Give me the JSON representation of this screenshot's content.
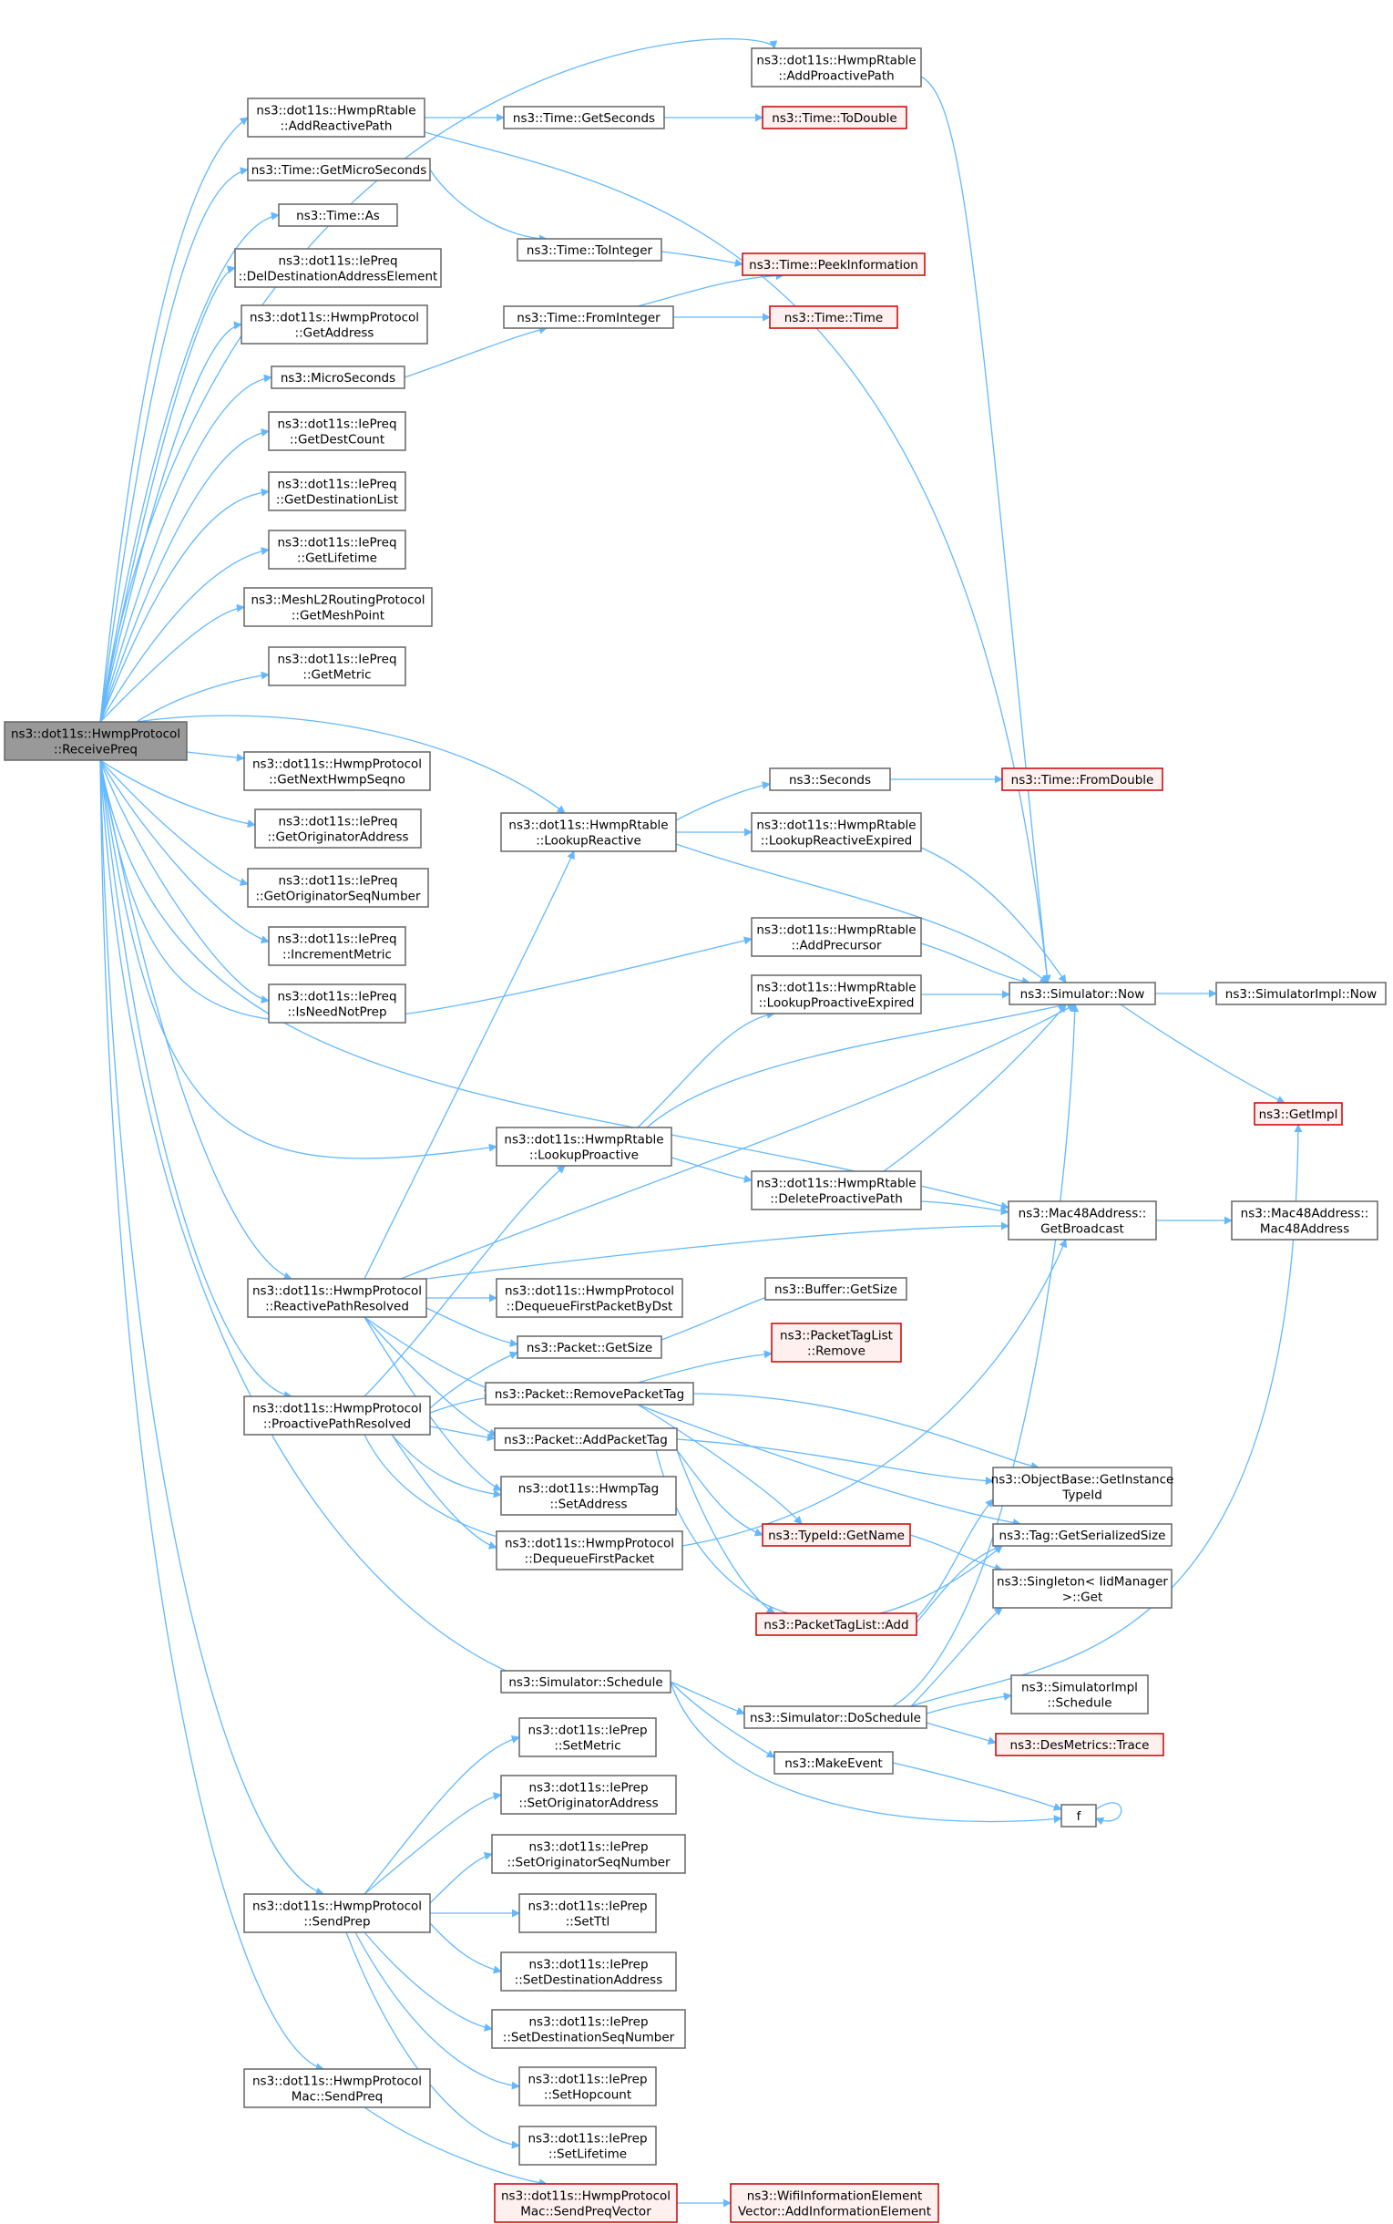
{
  "diagram": {
    "type": "call-graph",
    "colors": {
      "edge": "#63b8ff",
      "node_border": "#666666",
      "node_fill": "#ffffff",
      "root_fill": "#999999",
      "red_border": "#cc0000",
      "red_fill": "#fff0f0"
    },
    "nodes": [
      {
        "id": "root",
        "lines": [
          "ns3::dot11s::HwmpProtocol",
          "::ReceivePreq"
        ],
        "style": "root"
      },
      {
        "id": "addProactivePath",
        "lines": [
          "ns3::dot11s::HwmpRtable",
          "::AddProactivePath"
        ]
      },
      {
        "id": "addReactivePath",
        "lines": [
          "ns3::dot11s::HwmpRtable",
          "::AddReactivePath"
        ]
      },
      {
        "id": "getSeconds",
        "lines": [
          "ns3::Time::GetSeconds"
        ]
      },
      {
        "id": "toDouble",
        "lines": [
          "ns3::Time::ToDouble"
        ],
        "style": "red"
      },
      {
        "id": "getMicroSeconds",
        "lines": [
          "ns3::Time::GetMicroSeconds"
        ]
      },
      {
        "id": "toInteger",
        "lines": [
          "ns3::Time::ToInteger"
        ]
      },
      {
        "id": "peekInformation",
        "lines": [
          "ns3::Time::PeekInformation"
        ],
        "style": "red"
      },
      {
        "id": "timeAs",
        "lines": [
          "ns3::Time::As"
        ]
      },
      {
        "id": "delDest",
        "lines": [
          "ns3::dot11s::IePreq",
          "::DelDestinationAddressElement"
        ]
      },
      {
        "id": "getAddress",
        "lines": [
          "ns3::dot11s::HwmpProtocol",
          "::GetAddress"
        ]
      },
      {
        "id": "fromInteger",
        "lines": [
          "ns3::Time::FromInteger"
        ]
      },
      {
        "id": "timeTime",
        "lines": [
          "ns3::Time::Time"
        ],
        "style": "red"
      },
      {
        "id": "microSeconds",
        "lines": [
          "ns3::MicroSeconds"
        ]
      },
      {
        "id": "getDestCount",
        "lines": [
          "ns3::dot11s::IePreq",
          "::GetDestCount"
        ]
      },
      {
        "id": "getDestList",
        "lines": [
          "ns3::dot11s::IePreq",
          "::GetDestinationList"
        ]
      },
      {
        "id": "getLifetime",
        "lines": [
          "ns3::dot11s::IePreq",
          "::GetLifetime"
        ]
      },
      {
        "id": "getMeshPoint",
        "lines": [
          "ns3::MeshL2RoutingProtocol",
          "::GetMeshPoint"
        ]
      },
      {
        "id": "getMetric",
        "lines": [
          "ns3::dot11s::IePreq",
          "::GetMetric"
        ]
      },
      {
        "id": "getNextSeqno",
        "lines": [
          "ns3::dot11s::HwmpProtocol",
          "::GetNextHwmpSeqno"
        ]
      },
      {
        "id": "getOrigAddr",
        "lines": [
          "ns3::dot11s::IePreq",
          "::GetOriginatorAddress"
        ]
      },
      {
        "id": "getOrigSeq",
        "lines": [
          "ns3::dot11s::IePreq",
          "::GetOriginatorSeqNumber"
        ]
      },
      {
        "id": "incMetric",
        "lines": [
          "ns3::dot11s::IePreq",
          "::IncrementMetric"
        ]
      },
      {
        "id": "isNeedNotPrep",
        "lines": [
          "ns3::dot11s::IePreq",
          "::IsNeedNotPrep"
        ]
      },
      {
        "id": "seconds",
        "lines": [
          "ns3::Seconds"
        ]
      },
      {
        "id": "fromDouble",
        "lines": [
          "ns3::Time::FromDouble"
        ],
        "style": "red"
      },
      {
        "id": "lookupReactive",
        "lines": [
          "ns3::dot11s::HwmpRtable",
          "::LookupReactive"
        ]
      },
      {
        "id": "lookupReactiveExpired",
        "lines": [
          "ns3::dot11s::HwmpRtable",
          "::LookupReactiveExpired"
        ]
      },
      {
        "id": "addPrecursor",
        "lines": [
          "ns3::dot11s::HwmpRtable",
          "::AddPrecursor"
        ]
      },
      {
        "id": "lookupProactiveExpired",
        "lines": [
          "ns3::dot11s::HwmpRtable",
          "::LookupProactiveExpired"
        ]
      },
      {
        "id": "simNow",
        "lines": [
          "ns3::Simulator::Now"
        ]
      },
      {
        "id": "simImplNow",
        "lines": [
          "ns3::SimulatorImpl::Now"
        ]
      },
      {
        "id": "getImpl",
        "lines": [
          "ns3::GetImpl"
        ],
        "style": "red"
      },
      {
        "id": "lookupProactive",
        "lines": [
          "ns3::dot11s::HwmpRtable",
          "::LookupProactive"
        ]
      },
      {
        "id": "deleteProactivePath",
        "lines": [
          "ns3::dot11s::HwmpRtable",
          "::DeleteProactivePath"
        ]
      },
      {
        "id": "getBroadcast",
        "lines": [
          "ns3::Mac48Address::",
          "GetBroadcast"
        ]
      },
      {
        "id": "mac48",
        "lines": [
          "ns3::Mac48Address::",
          "Mac48Address"
        ]
      },
      {
        "id": "reactiveResolved",
        "lines": [
          "ns3::dot11s::HwmpProtocol",
          "::ReactivePathResolved"
        ]
      },
      {
        "id": "dequeueFirstByDst",
        "lines": [
          "ns3::dot11s::HwmpProtocol",
          "::DequeueFirstPacketByDst"
        ]
      },
      {
        "id": "bufferGetSize",
        "lines": [
          "ns3::Buffer::GetSize"
        ]
      },
      {
        "id": "packetGetSize",
        "lines": [
          "ns3::Packet::GetSize"
        ]
      },
      {
        "id": "tagListRemove",
        "lines": [
          "ns3::PacketTagList",
          "::Remove"
        ],
        "style": "red"
      },
      {
        "id": "removePacketTag",
        "lines": [
          "ns3::Packet::RemovePacketTag"
        ]
      },
      {
        "id": "proactiveResolved",
        "lines": [
          "ns3::dot11s::HwmpProtocol",
          "::ProactivePathResolved"
        ]
      },
      {
        "id": "addPacketTag",
        "lines": [
          "ns3::Packet::AddPacketTag"
        ]
      },
      {
        "id": "getInstanceTypeId",
        "lines": [
          "ns3::ObjectBase::GetInstance",
          "TypeId"
        ]
      },
      {
        "id": "hwmpTagSetAddress",
        "lines": [
          "ns3::dot11s::HwmpTag",
          "::SetAddress"
        ]
      },
      {
        "id": "typeIdGetName",
        "lines": [
          "ns3::TypeId::GetName"
        ],
        "style": "red"
      },
      {
        "id": "tagGetSerializedSize",
        "lines": [
          "ns3::Tag::GetSerializedSize"
        ]
      },
      {
        "id": "dequeueFirst",
        "lines": [
          "ns3::dot11s::HwmpProtocol",
          "::DequeueFirstPacket"
        ]
      },
      {
        "id": "singletonGet",
        "lines": [
          "ns3::Singleton< IidManager",
          ">::Get"
        ]
      },
      {
        "id": "tagListAdd",
        "lines": [
          "ns3::PacketTagList::Add"
        ],
        "style": "red"
      },
      {
        "id": "simSchedule",
        "lines": [
          "ns3::Simulator::Schedule"
        ]
      },
      {
        "id": "simDoSchedule",
        "lines": [
          "ns3::Simulator::DoSchedule"
        ]
      },
      {
        "id": "simImplSchedule",
        "lines": [
          "ns3::SimulatorImpl",
          "::Schedule"
        ]
      },
      {
        "id": "desTrace",
        "lines": [
          "ns3::DesMetrics::Trace"
        ],
        "style": "red"
      },
      {
        "id": "setMetric",
        "lines": [
          "ns3::dot11s::IePrep",
          "::SetMetric"
        ]
      },
      {
        "id": "makeEvent",
        "lines": [
          "ns3::MakeEvent"
        ]
      },
      {
        "id": "f",
        "lines": [
          "f"
        ]
      },
      {
        "id": "setOrigAddr",
        "lines": [
          "ns3::dot11s::IePrep",
          "::SetOriginatorAddress"
        ]
      },
      {
        "id": "setOrigSeq",
        "lines": [
          "ns3::dot11s::IePrep",
          "::SetOriginatorSeqNumber"
        ]
      },
      {
        "id": "sendPrep",
        "lines": [
          "ns3::dot11s::HwmpProtocol",
          "::SendPrep"
        ]
      },
      {
        "id": "setTtl",
        "lines": [
          "ns3::dot11s::IePrep",
          "::SetTtl"
        ]
      },
      {
        "id": "setDestAddr",
        "lines": [
          "ns3::dot11s::IePrep",
          "::SetDestinationAddress"
        ]
      },
      {
        "id": "setDestSeq",
        "lines": [
          "ns3::dot11s::IePrep",
          "::SetDestinationSeqNumber"
        ]
      },
      {
        "id": "setHopcount",
        "lines": [
          "ns3::dot11s::IePrep",
          "::SetHopcount"
        ]
      },
      {
        "id": "macSendPreq",
        "lines": [
          "ns3::dot11s::HwmpProtocol",
          "Mac::SendPreq"
        ]
      },
      {
        "id": "setLifetime",
        "lines": [
          "ns3::dot11s::IePrep",
          "::SetLifetime"
        ]
      },
      {
        "id": "macSendPreqVector",
        "lines": [
          "ns3::dot11s::HwmpProtocol",
          "Mac::SendPreqVector"
        ],
        "style": "red"
      },
      {
        "id": "addInfoElement",
        "lines": [
          "ns3::WifiInformationElement",
          "Vector::AddInformationElement"
        ],
        "style": "red"
      }
    ]
  }
}
